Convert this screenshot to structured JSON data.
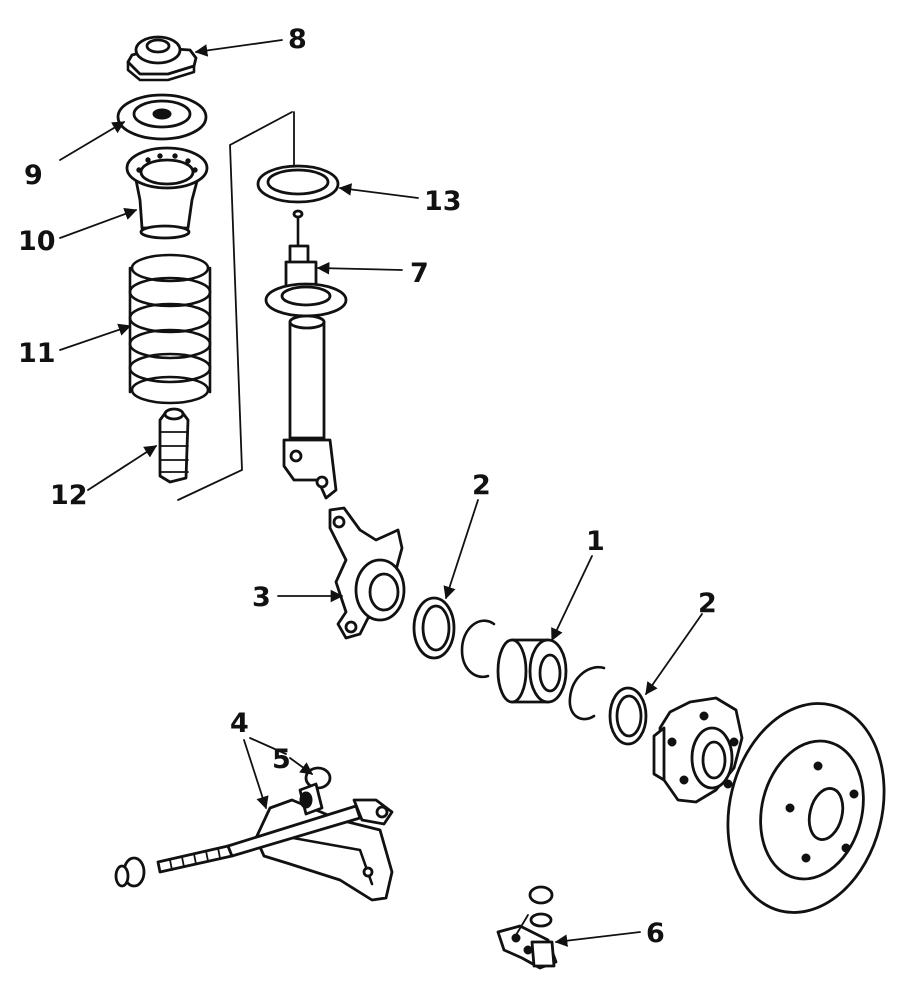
{
  "labels": {
    "p1": "1",
    "p2a": "2",
    "p2b": "2",
    "p3": "3",
    "p4": "4",
    "p5": "5",
    "p6": "6",
    "p7": "7",
    "p8": "8",
    "p9": "9",
    "p10": "10",
    "p11": "11",
    "p12": "12",
    "p13": "13"
  }
}
